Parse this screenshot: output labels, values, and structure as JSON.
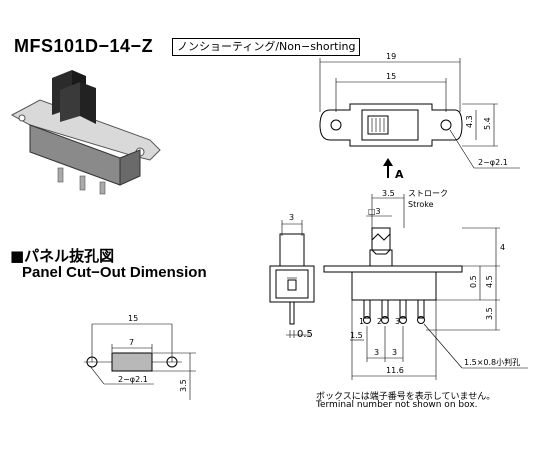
{
  "header": {
    "part_number": "MFS101D−14−Z",
    "type": "ノンショーティング/Non−shorting"
  },
  "panel": {
    "title_jp": "■パネル抜孔図",
    "title_en": "Panel Cut−Out Dimension"
  },
  "notes": {
    "jp": "ボックスには端子番号を表示していません。",
    "en": "Terminal number not shown on box."
  },
  "top_view": {
    "dims": {
      "overall_width": "19",
      "hole_pitch": "15",
      "height_inner": "4.3",
      "height_outer": "5.4",
      "holes": "2−φ2.1"
    },
    "view_label": "A"
  },
  "side_view": {
    "dims": {
      "lever_width": "3",
      "terminal_width": "0.5"
    }
  },
  "front_view": {
    "dims": {
      "stroke_value": "3.5",
      "stroke_label_jp": "ストローク",
      "stroke_label_en": "Stroke",
      "knob_width": "□3",
      "h_4": "4",
      "h_05": "0.5",
      "h_45": "4.5",
      "h_35": "3.5",
      "pitch_left": "3",
      "pitch_right": "3",
      "length": "11.6",
      "slot": "1.5×0.8小判孔",
      "left_small": "1.5"
    },
    "terminals": [
      "1",
      "2",
      "3"
    ]
  },
  "cutout": {
    "dims": {
      "pitch": "15",
      "slot_width": "7",
      "height": "3.5",
      "holes": "2−φ2.1"
    }
  }
}
